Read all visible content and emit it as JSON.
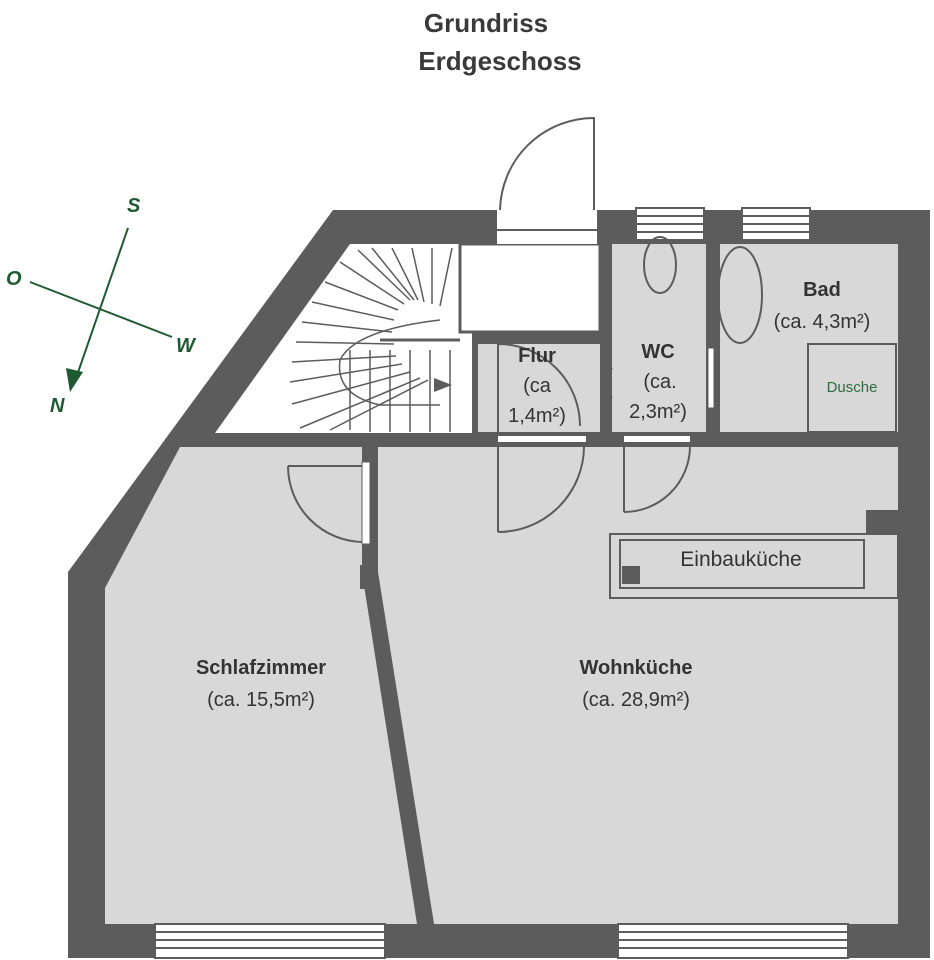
{
  "title": {
    "line1": "Grundriss",
    "line2": "Erdgeschoss"
  },
  "compass": {
    "north": "N",
    "south": "S",
    "east": "O",
    "west": "W"
  },
  "rooms": {
    "flur": {
      "name": "Flur",
      "area_line1": "(ca",
      "area_line2": "1,4m²)"
    },
    "wc": {
      "name": "WC",
      "area_line1": "(ca.",
      "area_line2": "2,3m²)"
    },
    "bad": {
      "name": "Bad",
      "area": "(ca. 4,3m²)"
    },
    "dusche": {
      "name": "Dusche"
    },
    "einbaukueche": {
      "name": "Einbauküche"
    },
    "schlafzimmer": {
      "name": "Schlafzimmer",
      "area": "(ca. 15,5m²)"
    },
    "wohnkueche": {
      "name": "Wohnküche",
      "area": "(ca. 28,9m²)"
    }
  },
  "colors": {
    "wall": "#5c5c5c",
    "floor": "#d8d8d8",
    "compass": "#1f5a32",
    "dusche_label": "#2e6b3e"
  }
}
